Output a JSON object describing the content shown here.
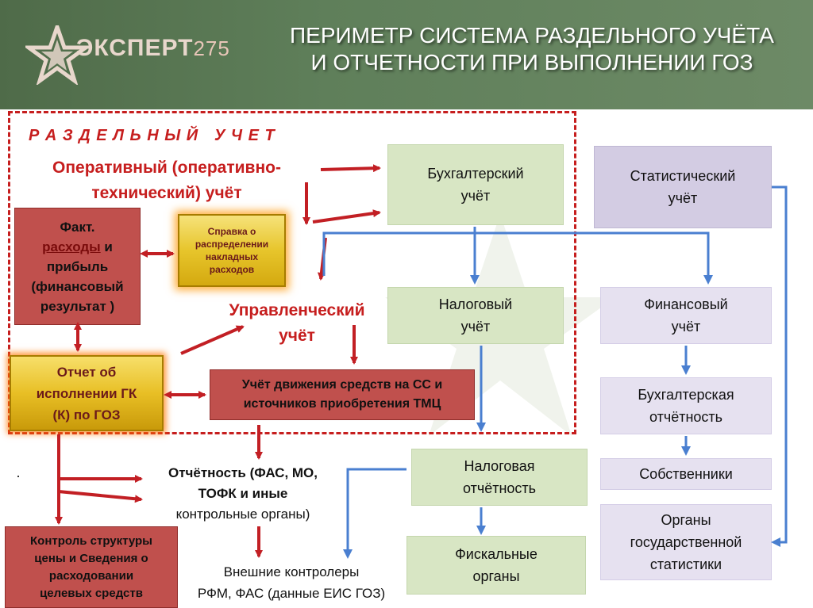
{
  "header": {
    "title_line1": "ПЕРИМЕТР СИСТЕМА  РАЗДЕЛЬНОГО УЧЁТА",
    "title_line2": "И ОТЧЕТНОСТИ ПРИ ВЫПОЛНЕНИИ ГОЗ",
    "logo_name": "ЭКСПЕРТ",
    "logo_number": "275",
    "logo_icon": "star-icon"
  },
  "colors": {
    "header_bg": "#5f7f5a",
    "frame_red": "#c61e1e",
    "arrow_red": "#c21f24",
    "arrow_blue": "#4a7fd0",
    "green_box": "#d8e6c4",
    "lavender_box": "#d3cce3",
    "red_box": "#c0504d",
    "gold_box": "#e7c52b"
  },
  "diagram": {
    "section_title": "Р А З Д Е Л Ь Н Ы Й   У Ч Е Т",
    "operative": {
      "line1": "Оперативный (оперативно-",
      "line2": "технический) учёт"
    },
    "fact": {
      "line1": "Факт.",
      "line2a": "расходы",
      "line2b": " и",
      "line3": "прибыль",
      "line4": "(финансовый",
      "line5": "результат )"
    },
    "spravka": {
      "line1": "Справка о",
      "line2": "распределении",
      "line3": "накладных",
      "line4": "расходов"
    },
    "managerial": {
      "line1": "Управленческий",
      "line2": "учёт"
    },
    "report_gk": {
      "line1": "Отчет об",
      "line2": "исполнении ГК",
      "line3": "(К) по ГОЗ"
    },
    "movement": {
      "line1": "Учёт движения средств на СС и",
      "line2": "источников приобретения ТМЦ"
    },
    "accounting": {
      "line1": "Бухгалтерский",
      "line2": "учёт"
    },
    "tax": {
      "line1": "Налоговый",
      "line2": "учёт"
    },
    "statistical": {
      "line1": "Статистический",
      "line2": "учёт"
    },
    "financial": {
      "line1": "Финансовый",
      "line2": "учёт"
    },
    "accounting_reporting": {
      "line1": "Бухгалтерская",
      "line2": "отчётность"
    },
    "owners": "Собственники",
    "state_stats": {
      "line1": "Органы",
      "line2": "государственной",
      "line3": "статистики"
    },
    "tax_reporting": {
      "line1": "Налоговая",
      "line2": "отчётность"
    },
    "fiscal": {
      "line1": "Фискальные",
      "line2": "органы"
    },
    "reporting_fas": {
      "line1": "Отчётность (ФАС, МО,",
      "line2": "ТОФК и иные",
      "line3": "контрольные органы)"
    },
    "external": {
      "line1": "Внешние контролеры",
      "line2": "РФМ, ФАС (данные ЕИС ГОЗ)"
    },
    "control": {
      "line1": "Контроль структуры",
      "line2": "цены и Сведения о",
      "line3": "расходовании",
      "line4": "целевых средств"
    },
    "dot": "."
  }
}
